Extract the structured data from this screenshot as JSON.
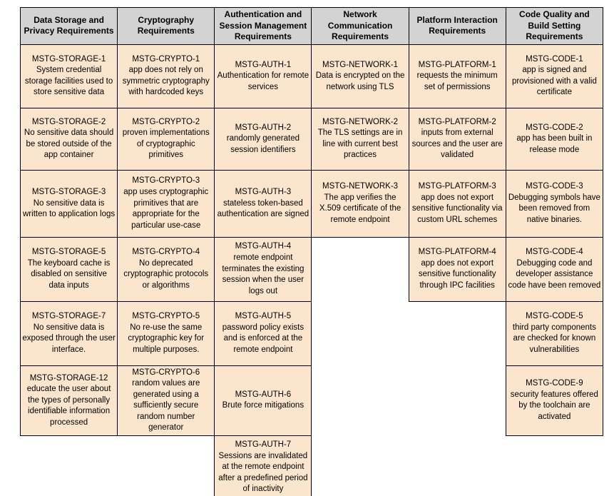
{
  "colors": {
    "header_bg": "#d3d3d3",
    "cell_bg": "#fce5cd",
    "border": "#000000"
  },
  "table": {
    "columns": [
      {
        "header": "Data Storage and\nPrivacy Requirements",
        "cells": [
          {
            "id": "MSTG-STORAGE-1",
            "text": "System credential storage facilities used to store sensitive data"
          },
          {
            "id": "MSTG-STORAGE-2",
            "text": "No sensitive data should be stored outside of the app container"
          },
          {
            "id": "MSTG-STORAGE-3",
            "text": "No sensitive data is written to application logs"
          },
          {
            "id": "MSTG-STORAGE-5",
            "text": "The keyboard cache is disabled on sensitive data inputs"
          },
          {
            "id": "MSTG-STORAGE-7",
            "text": "No sensitive data is exposed through the user interface."
          },
          {
            "id": "MSTG-STORAGE-12",
            "text": "educate the user about the types of personally identifiable information processed"
          }
        ]
      },
      {
        "header": "Cryptography\nRequirements",
        "cells": [
          {
            "id": "MSTG-CRYPTO-1",
            "text": "app does not rely on symmetric cryptography with hardcoded keys"
          },
          {
            "id": "MSTG-CRYPTO-2",
            "text": "proven implementations of cryptographic primitives"
          },
          {
            "id": "MSTG-CRYPTO-3",
            "text": "app uses cryptographic primitives that are appropriate for the particular use-case"
          },
          {
            "id": "MSTG-CRYPTO-4",
            "text": "No deprecated cryptographic protocols or algorithms"
          },
          {
            "id": "MSTG-CRYPTO-5",
            "text": "No re-use the same cryptographic key for multiple purposes."
          },
          {
            "id": "MSTG-CRYPTO-6",
            "text": "random values are generated using a sufficiently secure random number generator"
          }
        ]
      },
      {
        "header": "Authentication and\nSession Management\nRequirements",
        "cells": [
          {
            "id": "MSTG-AUTH-1",
            "text": "Authentication for remote services"
          },
          {
            "id": "MSTG-AUTH-2",
            "text": "randomly generated session identifiers"
          },
          {
            "id": "MSTG-AUTH-3",
            "text": "stateless token-based authentication are signed"
          },
          {
            "id": "MSTG-AUTH-4",
            "text": "remote endpoint terminates the existing session when the user logs out"
          },
          {
            "id": "MSTG-AUTH-5",
            "text": "password policy exists and is enforced at the remote endpoint"
          },
          {
            "id": "MSTG-AUTH-6",
            "text": "Brute force mitigations"
          },
          {
            "id": "MSTG-AUTH-7",
            "text": "Sessions are invalidated at the remote endpoint after a predefined period of inactivity"
          }
        ]
      },
      {
        "header": "Network\nCommunication\nRequirements",
        "cells": [
          {
            "id": "MSTG-NETWORK-1",
            "text": "Data is encrypted on the network using TLS"
          },
          {
            "id": "MSTG-NETWORK-2",
            "text": "The TLS settings are in line with current best practices"
          },
          {
            "id": "MSTG-NETWORK-3",
            "text": "The app verifies the X.509 certificate of the remote endpoint"
          }
        ]
      },
      {
        "header": "Platform Interaction\nRequirements",
        "cells": [
          {
            "id": "MSTG-PLATFORM-1",
            "text": "requests the minimum set of permissions"
          },
          {
            "id": "MSTG-PLATFORM-2",
            "text": "inputs from external sources and the user are validated"
          },
          {
            "id": "MSTG-PLATFORM-3",
            "text": "app does not export sensitive functionality via custom URL schemes"
          },
          {
            "id": "MSTG-PLATFORM-4",
            "text": "app does not export sensitive functionality through IPC facilities"
          }
        ]
      },
      {
        "header": "Code Quality and\nBuild Setting\nRequirements",
        "cells": [
          {
            "id": "MSTG-CODE-1",
            "text": "app is signed and provisioned with a valid certificate"
          },
          {
            "id": "MSTG-CODE-2",
            "text": "app has been built in release mode"
          },
          {
            "id": "MSTG-CODE-3",
            "text": "Debugging symbols have been removed from native binaries."
          },
          {
            "id": "MSTG-CODE-4",
            "text": "Debugging code and developer assistance code have been removed"
          },
          {
            "id": "MSTG-CODE-5",
            "text": "third party components are checked for known vulnerabilities"
          },
          {
            "id": "MSTG-CODE-9",
            "text": "security features offered by the toolchain are activated"
          }
        ]
      }
    ]
  }
}
